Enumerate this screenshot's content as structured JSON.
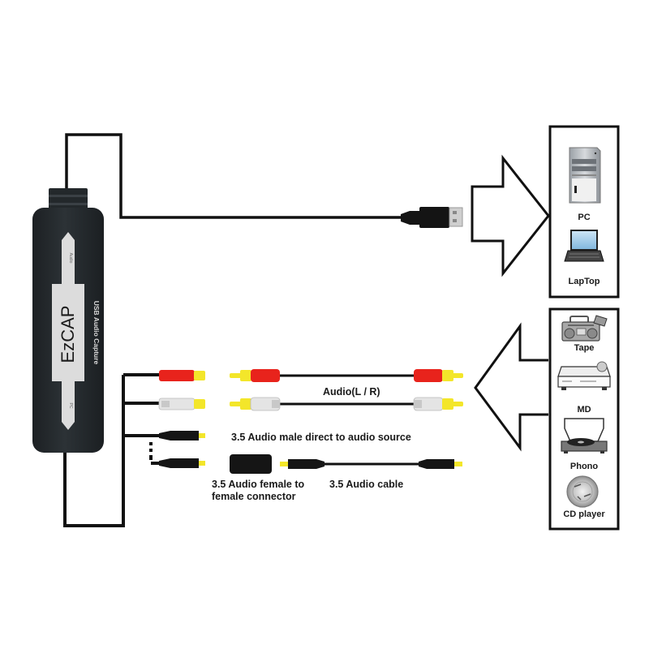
{
  "device": {
    "brand": "EzCAP",
    "subtitle": "USB Audio Capture",
    "top_mark": "Audio",
    "bottom_mark": "PC"
  },
  "computers": {
    "items": [
      {
        "label": "PC",
        "icon": "desktop-tower-icon"
      },
      {
        "label": "LapTop",
        "icon": "laptop-icon"
      }
    ]
  },
  "sources": {
    "items": [
      {
        "label": "Tape",
        "icon": "boombox-icon"
      },
      {
        "label": "MD",
        "icon": "minidisc-player-icon"
      },
      {
        "label": "Phono",
        "icon": "turntable-icon"
      },
      {
        "label": "CD player",
        "icon": "cd-player-icon"
      }
    ]
  },
  "cables": {
    "rca_label": "Audio(L / R)",
    "male_direct_label": "3.5 Audio male direct to audio source",
    "female_connector_label_line1": "3.5 Audio female to",
    "female_connector_label_line2": "female connector",
    "audio_cable_label": "3.5 Audio cable"
  },
  "colors": {
    "rca_red": "#e8231c",
    "rca_white": "#e4e4e4",
    "rca_tip": "#f3e62a",
    "device_body": "#252a2d",
    "device_label_bg": "#dcdcdc",
    "line": "#111111"
  }
}
